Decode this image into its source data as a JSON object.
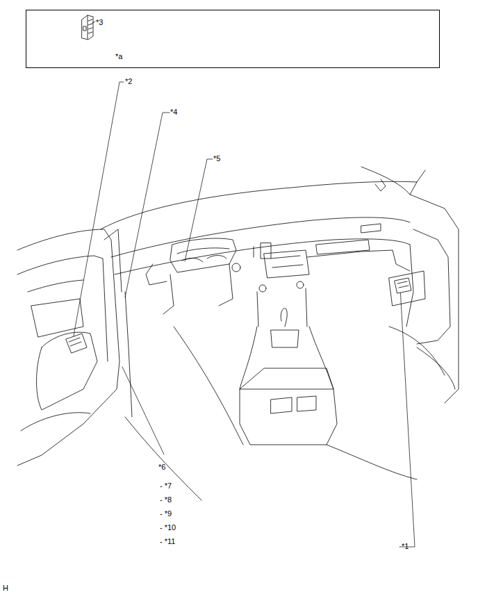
{
  "diagram": {
    "nodes": [
      {
        "text": [
          "*3",
          "*a"
        ]
      }
    ],
    "edges": [],
    "labels": [
      "*2",
      "*4",
      "*5",
      "*6",
      "- *7",
      "- *8",
      "- *9",
      "- *10",
      "- *11",
      "*1",
      "H"
    ]
  }
}
